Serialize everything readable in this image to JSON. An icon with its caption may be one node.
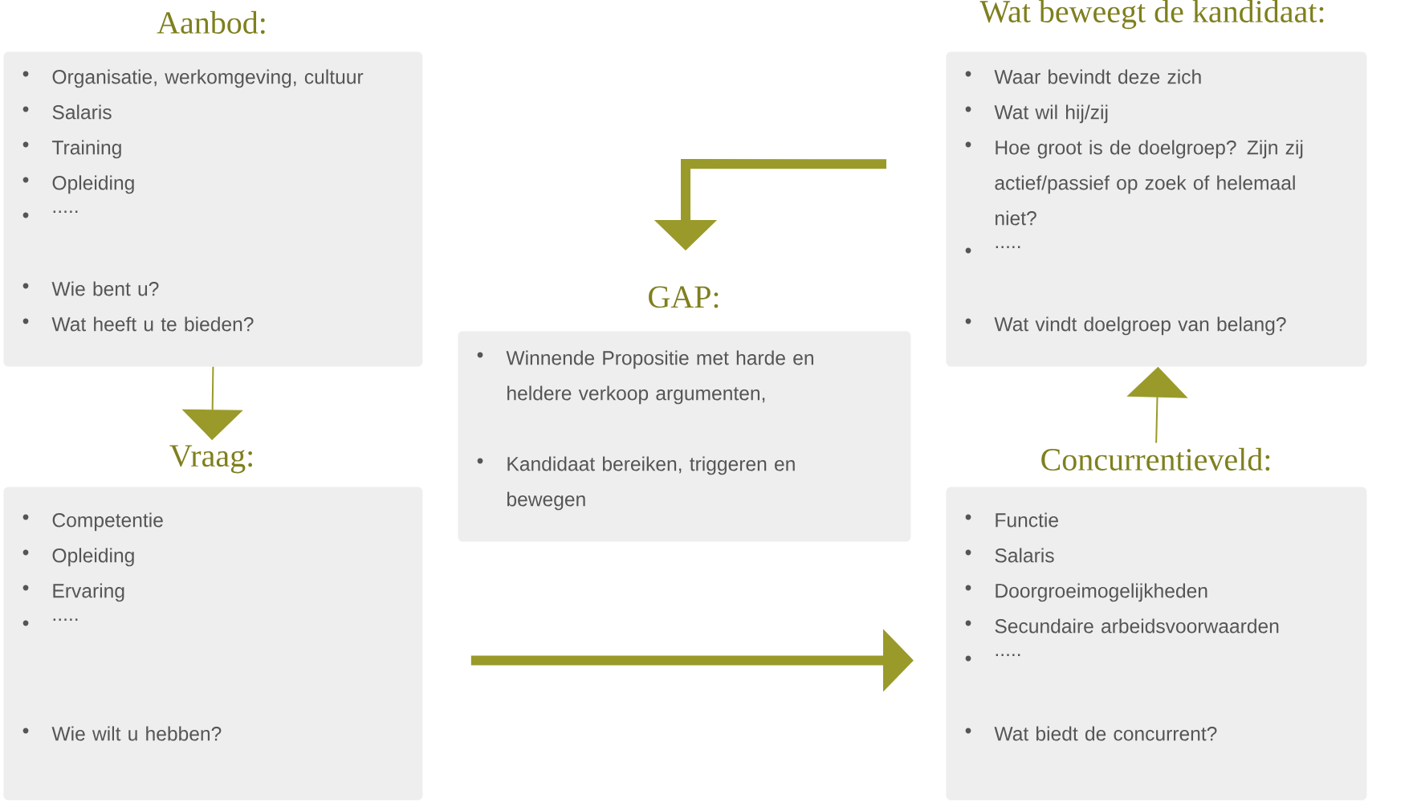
{
  "diagram": {
    "nodes": [
      {
        "text": [
          "Aanbod:",
          "Organisatie, werkomgeving, cultuur",
          "Salaris",
          "Training",
          "Opleiding",
          ".....",
          "Wie bent u?",
          "Wat heeft u te bieden?"
        ]
      },
      {
        "text": [
          "Wat beweegt de kandidaat:",
          "Waar bevindt deze zich",
          "Wat wil hij/zij",
          "Hoe groot is de doelgroep? Zijn zij actief/passief op zoek of helemaal niet?",
          ".....",
          "Wat vindt doelgroep van belang?"
        ]
      },
      {
        "text": [
          "GAP:",
          "Winnende Propositie met harde en heldere verkoop argumenten,",
          "Kandidaat bereiken, triggeren en bewegen"
        ]
      },
      {
        "text": [
          "Vraag:",
          "Competentie",
          "Opleiding",
          "Ervaring",
          ".....",
          "Wie wilt u hebben?"
        ]
      },
      {
        "text": [
          "Concurrentieveld:",
          "Functie",
          "Salaris",
          "Doorgroeimogelijkheden",
          "Secundaire arbeidsvoorwaarden",
          ".....",
          "Wat biedt de concurrent?"
        ]
      }
    ],
    "edges": [
      {
        "from": 0,
        "to": 3,
        "arrow": "to"
      },
      {
        "from": 3,
        "to": 4,
        "arrow": "to",
        "style": "thick"
      },
      {
        "from": 4,
        "to": 1,
        "arrow": "to"
      },
      {
        "from": 1,
        "to": 2,
        "arrow": "to",
        "style": "thick"
      }
    ]
  }
}
